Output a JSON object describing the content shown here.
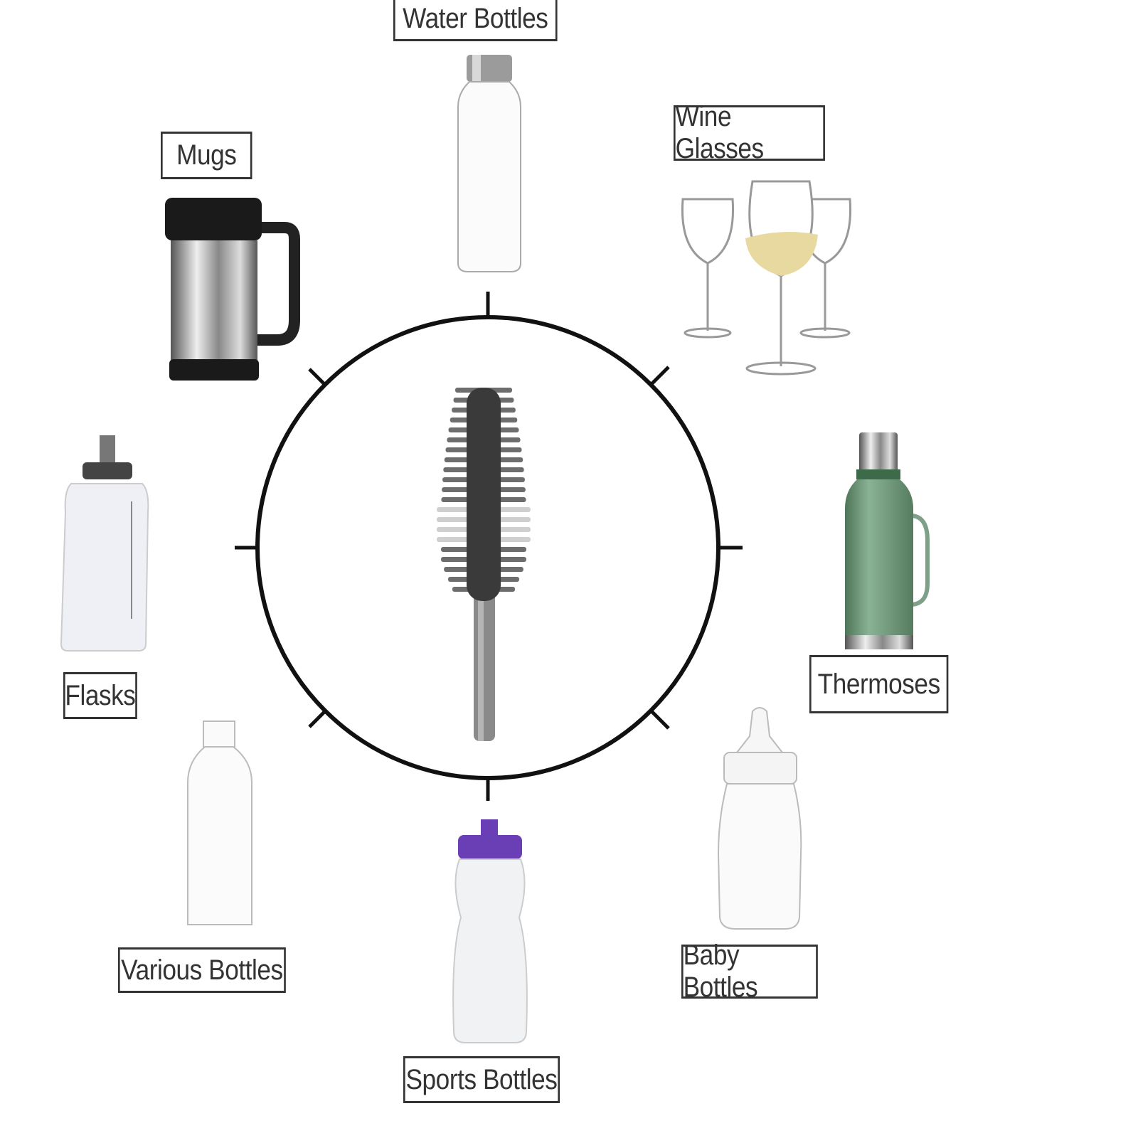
{
  "labels": {
    "water_bottles": "Water Bottles",
    "wine_glasses": "Wine Glasses",
    "mugs": "Mugs",
    "flasks": "Flasks",
    "thermoses": "Thermoses",
    "various_bottles": "Various Bottles",
    "baby_bottles": "Baby Bottles",
    "sports_bottles": "Sports Bottles"
  },
  "colors": {
    "outline": "#111111",
    "thermos_green": "#6f9477",
    "sports_cap": "#6a3fb5",
    "wine": "#e8d9a0"
  }
}
